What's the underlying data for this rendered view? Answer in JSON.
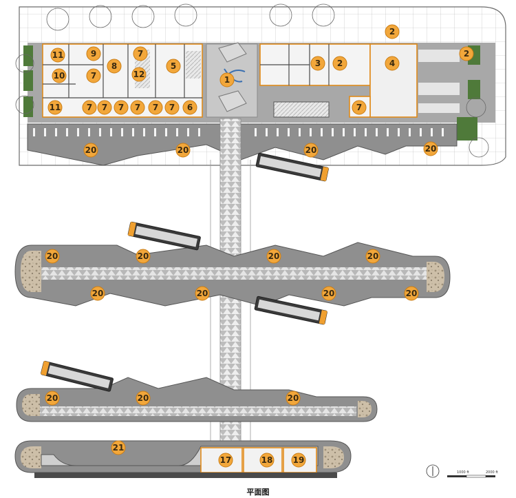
{
  "caption": "平面图",
  "scale_bar": {
    "left_label": "1000 ft",
    "right_label": "2000 ft"
  },
  "colors": {
    "marker_fill": "#f2a73b",
    "marker_stroke": "#c97c14",
    "platform": "#8f8f8f",
    "roof": "#cfcfcf",
    "room_outline": "#e08a1a",
    "bus_body": "#3a3a3a",
    "bus_front": "#f0a030",
    "greenery": "#4f7a3a",
    "rocky": "#c9bba5"
  },
  "room_labels": [
    {
      "id": "m1",
      "text": "11"
    },
    {
      "id": "m2",
      "text": "9"
    },
    {
      "id": "m3",
      "text": "7"
    },
    {
      "id": "m4",
      "text": "2"
    },
    {
      "id": "m5",
      "text": "2"
    },
    {
      "id": "m6",
      "text": "10"
    },
    {
      "id": "m7",
      "text": "7"
    },
    {
      "id": "m8",
      "text": "8"
    },
    {
      "id": "m9",
      "text": "12"
    },
    {
      "id": "m10",
      "text": "5"
    },
    {
      "id": "m11",
      "text": "1"
    },
    {
      "id": "m12",
      "text": "3"
    },
    {
      "id": "m13",
      "text": "2"
    },
    {
      "id": "m14",
      "text": "4"
    },
    {
      "id": "m15",
      "text": "11"
    },
    {
      "id": "m16",
      "text": "7"
    },
    {
      "id": "m17",
      "text": "7"
    },
    {
      "id": "m18",
      "text": "7"
    },
    {
      "id": "m19",
      "text": "7"
    },
    {
      "id": "m20",
      "text": "7"
    },
    {
      "id": "m21",
      "text": "7"
    },
    {
      "id": "m22",
      "text": "6"
    },
    {
      "id": "m23",
      "text": "7"
    }
  ],
  "platform_labels": [
    {
      "id": "p1",
      "text": "20"
    },
    {
      "id": "p2",
      "text": "20"
    },
    {
      "id": "p3",
      "text": "20"
    },
    {
      "id": "p4",
      "text": "20"
    },
    {
      "id": "p5",
      "text": "20"
    },
    {
      "id": "p6",
      "text": "20"
    },
    {
      "id": "p7",
      "text": "20"
    },
    {
      "id": "p8",
      "text": "20"
    },
    {
      "id": "p9",
      "text": "20"
    },
    {
      "id": "p10",
      "text": "20"
    },
    {
      "id": "p11",
      "text": "20"
    },
    {
      "id": "p12",
      "text": "20"
    },
    {
      "id": "p13",
      "text": "20"
    },
    {
      "id": "p14",
      "text": "20"
    },
    {
      "id": "p15",
      "text": "20"
    }
  ],
  "bottom_labels": [
    {
      "id": "b1",
      "text": "21"
    },
    {
      "id": "b2",
      "text": "17"
    },
    {
      "id": "b3",
      "text": "18"
    },
    {
      "id": "b4",
      "text": "19"
    }
  ]
}
